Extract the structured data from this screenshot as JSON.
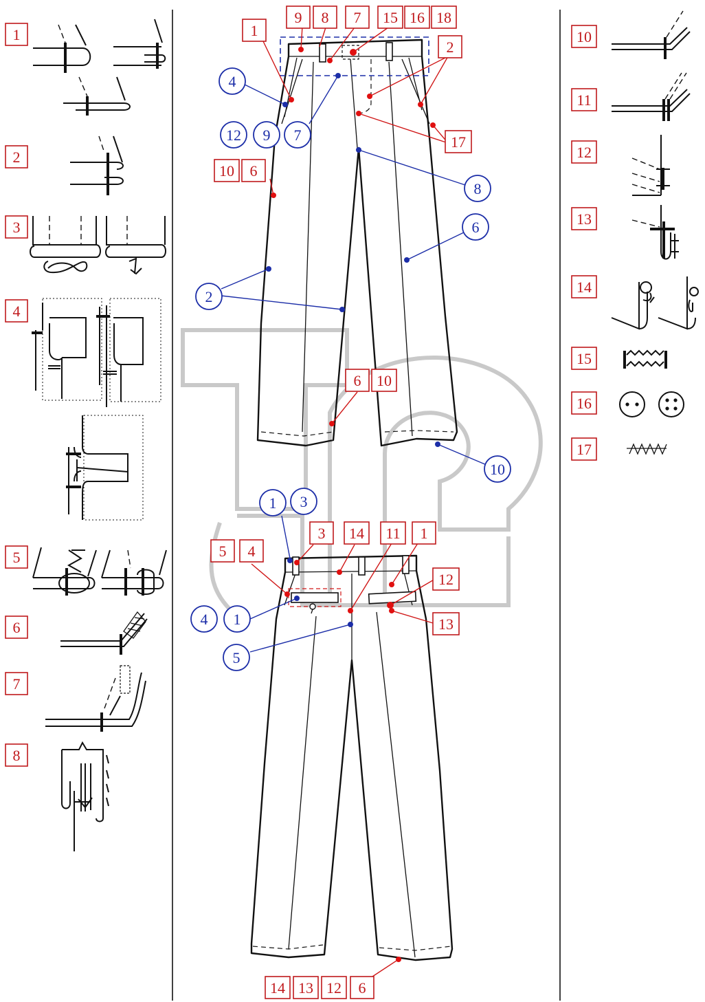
{
  "left_legend": [
    {
      "id": "leg-1",
      "label": "1"
    },
    {
      "id": "leg-2",
      "label": "2"
    },
    {
      "id": "leg-3",
      "label": "3"
    },
    {
      "id": "leg-4",
      "label": "4"
    },
    {
      "id": "leg-5",
      "label": "5"
    },
    {
      "id": "leg-6",
      "label": "6"
    },
    {
      "id": "leg-7",
      "label": "7"
    },
    {
      "id": "leg-8",
      "label": "8"
    }
  ],
  "right_legend": [
    {
      "id": "leg-10",
      "label": "10"
    },
    {
      "id": "leg-11",
      "label": "11"
    },
    {
      "id": "leg-12",
      "label": "12"
    },
    {
      "id": "leg-13",
      "label": "13"
    },
    {
      "id": "leg-14",
      "label": "14"
    },
    {
      "id": "leg-15",
      "label": "15"
    },
    {
      "id": "leg-16",
      "label": "16"
    },
    {
      "id": "leg-17",
      "label": "17"
    }
  ],
  "front_view": {
    "top_red_labels": [
      "9",
      "8",
      "7",
      "15",
      "16",
      "18"
    ],
    "red_1": "1",
    "red_2": "2",
    "blue_4": "4",
    "blue_12": "12",
    "blue_9": "9",
    "blue_7": "7",
    "red_17": "17",
    "red_10": "10",
    "red_6": "6",
    "blue_8": "8",
    "blue_6": "6",
    "blue_2": "2",
    "red_hem_6": "6",
    "red_hem_10": "10",
    "blue_10": "10"
  },
  "back_view": {
    "blue_1_top": "1",
    "blue_3": "3",
    "red_5": "5",
    "red_4": "4",
    "red_3": "3",
    "red_14": "14",
    "red_11": "11",
    "red_1": "1",
    "red_12": "12",
    "red_13": "13",
    "blue_4": "4",
    "blue_1": "1",
    "blue_5": "5",
    "bottom_red_labels": [
      "14",
      "13",
      "12",
      "6"
    ]
  },
  "colors": {
    "red": "#c0191c",
    "blue": "#1c2ea8",
    "watermark": "#c9c9c9"
  }
}
